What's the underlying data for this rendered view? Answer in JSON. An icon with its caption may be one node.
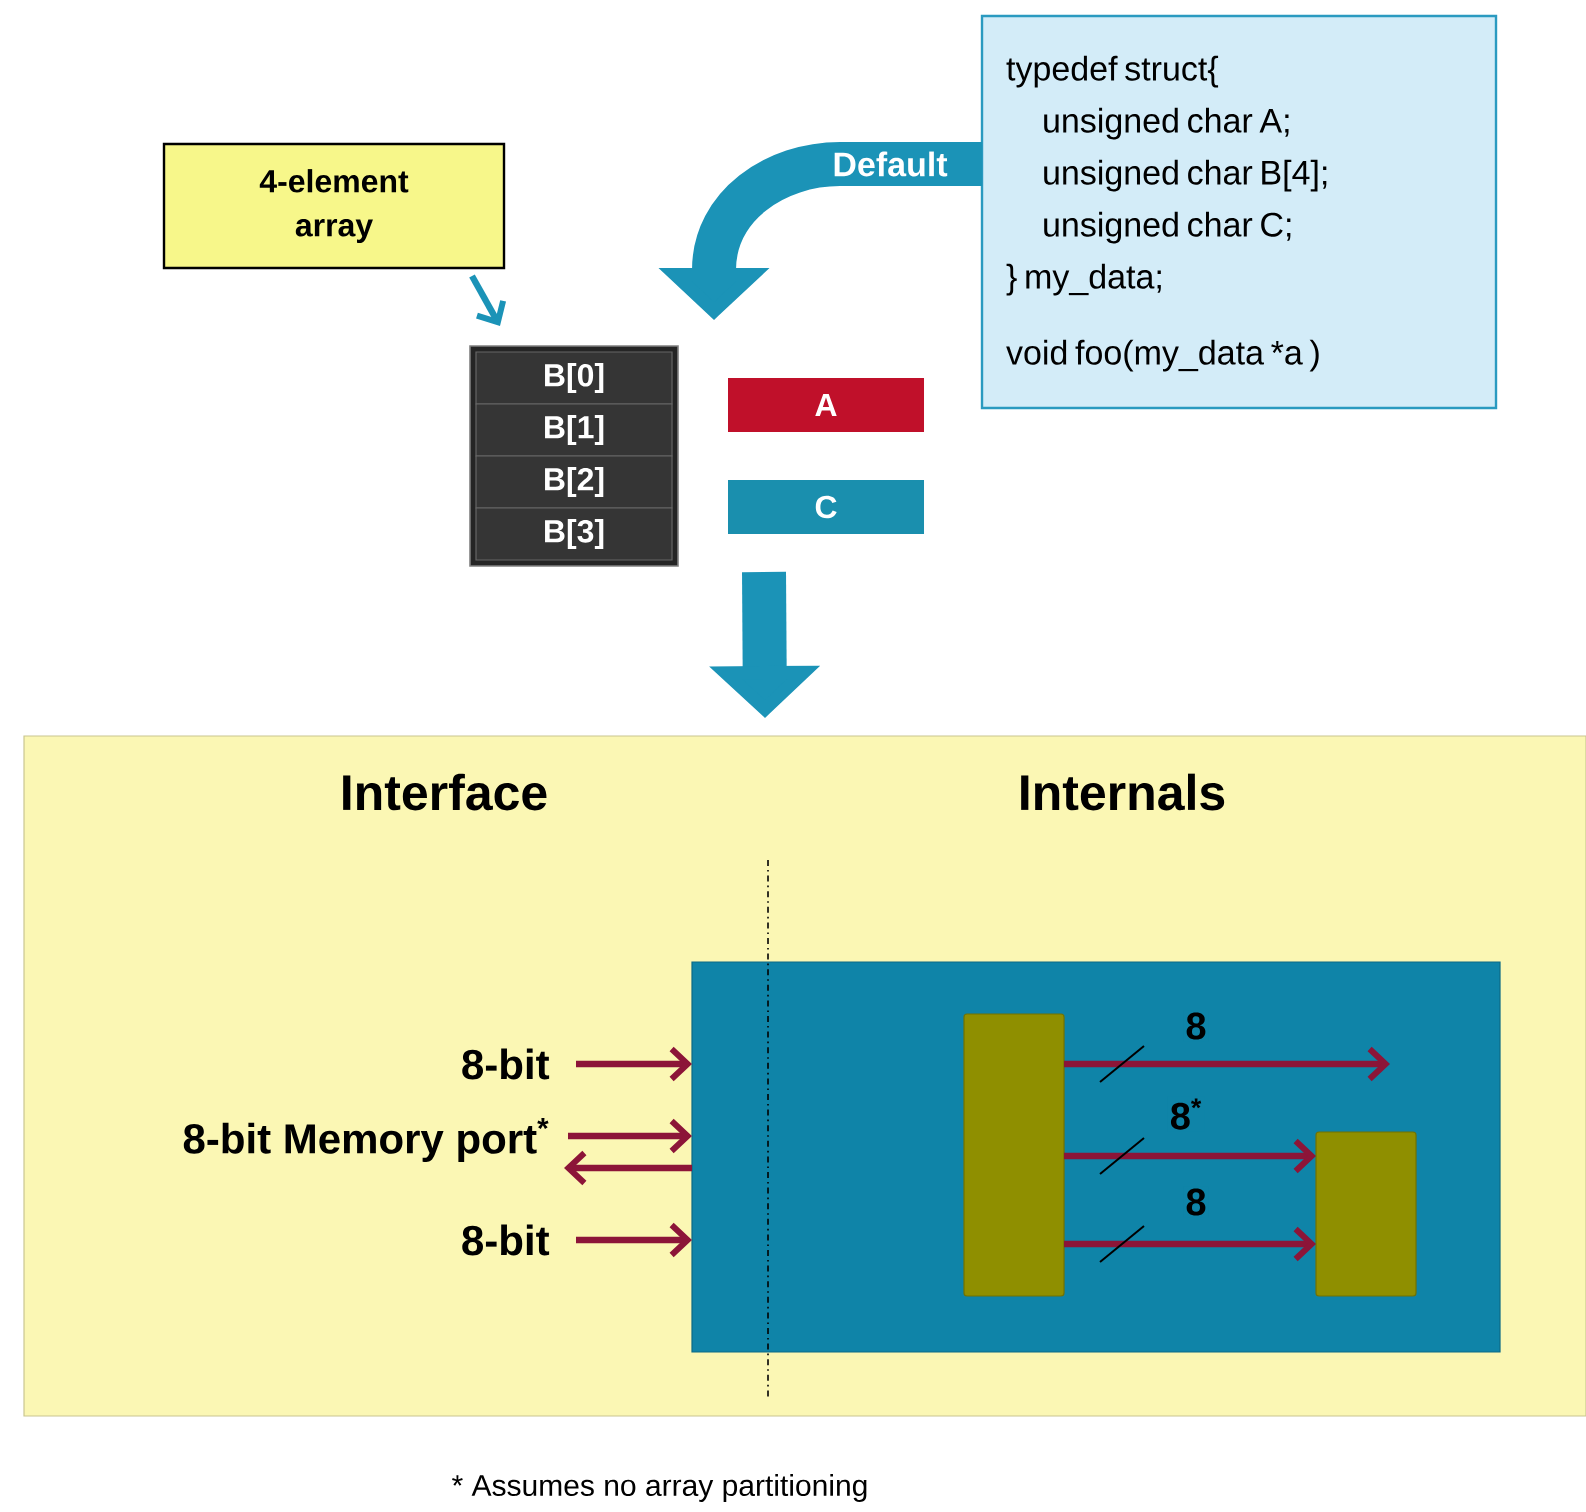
{
  "diagram": {
    "nodes": [
      {
        "text": [
          "4-element array"
        ]
      },
      {
        "text": [
          "typedef struct{",
          "unsigned char A;",
          "unsigned char B[4];",
          "unsigned char C;",
          "} my_data;",
          "void foo(my_data *a )"
        ]
      },
      {
        "text": [],
        "shape": "box"
      },
      {
        "text": [
          "B[0]"
        ],
        "in": 2
      },
      {
        "text": [
          "B[1]"
        ],
        "in": 2
      },
      {
        "text": [
          "B[2]"
        ],
        "in": 2
      },
      {
        "text": [
          "B[3]"
        ],
        "in": 2
      },
      {
        "text": [
          "A"
        ]
      },
      {
        "text": [
          "C"
        ]
      },
      {
        "text": [
          "Interface",
          "Internals"
        ]
      },
      {
        "text": [],
        "shape": "box",
        "in": 9
      },
      {
        "text": [],
        "shape": "bar",
        "in": 10
      },
      {
        "text": [],
        "shape": "bar",
        "in": 10
      },
      {
        "text": [
          "8-bit"
        ],
        "in": 9
      },
      {
        "text": [
          "8-bit Memory port$^{*}$"
        ],
        "in": 9
      },
      {
        "text": [
          "8-bit"
        ],
        "in": 9
      }
    ],
    "edges": [
      {
        "from": 0,
        "to": 2,
        "arrow": "to",
        "color": "#1b93b7"
      },
      {
        "from": 1,
        "to": null,
        "arrow": "to",
        "label": "Default",
        "style": "thick",
        "color": "#1b93b7"
      },
      {
        "from": null,
        "to": 9,
        "arrow": "to",
        "style": "thick",
        "color": "#1b93b7"
      },
      {
        "from": 13,
        "to": 10,
        "arrow": "to"
      },
      {
        "from": 14,
        "to": 10,
        "arrow": "to"
      },
      {
        "from": 10,
        "to": 14,
        "arrow": "to"
      },
      {
        "from": 15,
        "to": 10,
        "arrow": "to"
      },
      {
        "from": 11,
        "to": null,
        "arrow": "to",
        "label": "8"
      },
      {
        "from": 11,
        "to": 12,
        "arrow": "to",
        "label": "8$^{*}$"
      },
      {
        "from": 11,
        "to": 12,
        "arrow": "to",
        "label": "8"
      }
    ],
    "labels": [
      "* Assumes no array partitioning"
    ]
  }
}
